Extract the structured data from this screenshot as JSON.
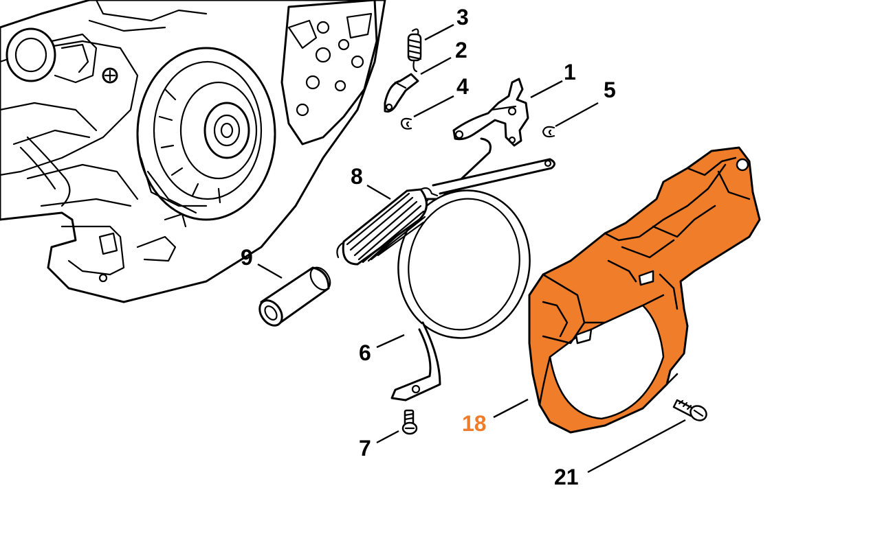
{
  "colors": {
    "highlight": "#f07d2a",
    "ink": "#000000",
    "background": "#ffffff"
  },
  "callouts": {
    "part_1": "1",
    "part_2": "2",
    "part_3": "3",
    "part_4": "4",
    "part_5": "5",
    "part_6": "6",
    "part_7": "7",
    "part_8": "8",
    "part_9": "9",
    "part_18": "18",
    "part_21": "21"
  },
  "highlighted_part": "18"
}
